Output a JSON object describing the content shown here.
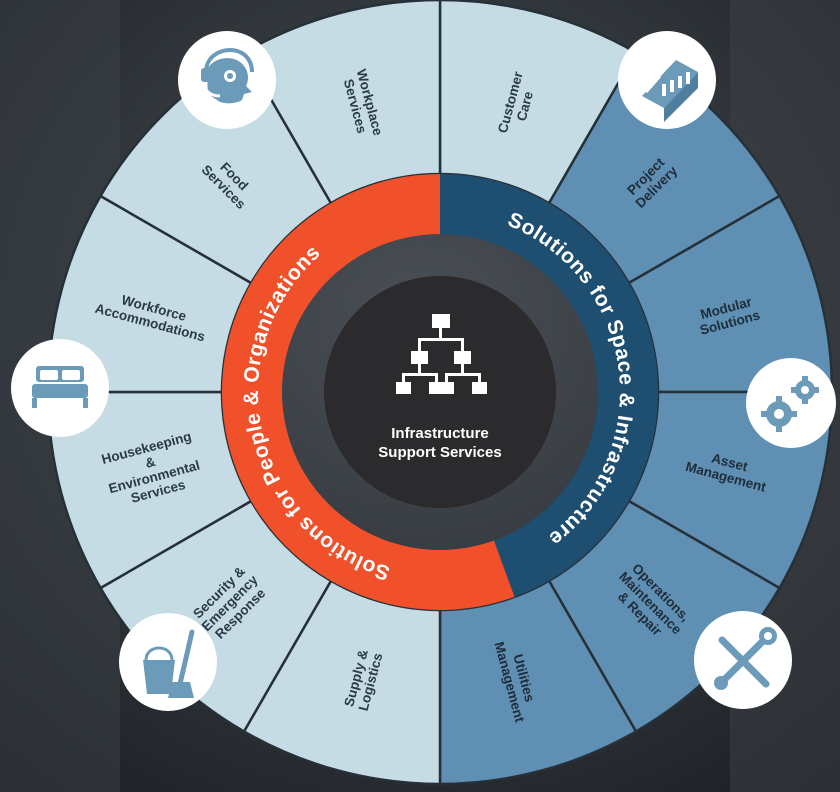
{
  "center": {
    "line1": "Infrastructure",
    "line2": "Support Services",
    "icon": "org-chart-icon"
  },
  "inner_ring": {
    "people": {
      "label": "Solutions for People & Organizations"
    },
    "space": {
      "label": "Solutions for Space & Infrastructure"
    }
  },
  "segments": [
    {
      "id": "customer-care",
      "lines": [
        "Customer",
        "Care"
      ],
      "group": "people"
    },
    {
      "id": "project-delivery",
      "lines": [
        "Project",
        "Delivery"
      ],
      "group": "space"
    },
    {
      "id": "modular-solutions",
      "lines": [
        "Modular",
        "Solutions"
      ],
      "group": "space"
    },
    {
      "id": "asset-management",
      "lines": [
        "Asset",
        "Management"
      ],
      "group": "space"
    },
    {
      "id": "operations-maintenance",
      "lines": [
        "Operations,",
        "Maintenance",
        "& Repair"
      ],
      "group": "space"
    },
    {
      "id": "utilities-management",
      "lines": [
        "Utilities",
        "Management"
      ],
      "group": "space"
    },
    {
      "id": "supply-logistics",
      "lines": [
        "Supply &",
        "Logistics"
      ],
      "group": "people"
    },
    {
      "id": "security-emergency",
      "lines": [
        "Security &",
        "Emergency",
        "Response"
      ],
      "group": "people"
    },
    {
      "id": "housekeeping",
      "lines": [
        "Housekeeping",
        "&",
        "Environmental",
        "Services"
      ],
      "group": "people"
    },
    {
      "id": "workforce-accommodations",
      "lines": [
        "Workforce",
        "Accommodations"
      ],
      "group": "people"
    },
    {
      "id": "food-services",
      "lines": [
        "Food",
        "Services"
      ],
      "group": "people"
    },
    {
      "id": "workplace-services",
      "lines": [
        "Workplace",
        "Services"
      ],
      "group": "people"
    }
  ],
  "badges": [
    {
      "icon": "headset-icon"
    },
    {
      "icon": "modular-building-icon"
    },
    {
      "icon": "gears-icon"
    },
    {
      "icon": "tools-icon"
    },
    {
      "icon": "cleaning-bucket-icon"
    },
    {
      "icon": "bed-icon"
    }
  ],
  "colors": {
    "people_light": "#c6dce4",
    "space_blue": "#5f8fb3",
    "people_ring": "#f0502a",
    "space_ring": "#1e4f71",
    "hub": "#2b2b2d",
    "label_dark": "#2c3a47",
    "icon_blue": "#6b9bb8"
  }
}
